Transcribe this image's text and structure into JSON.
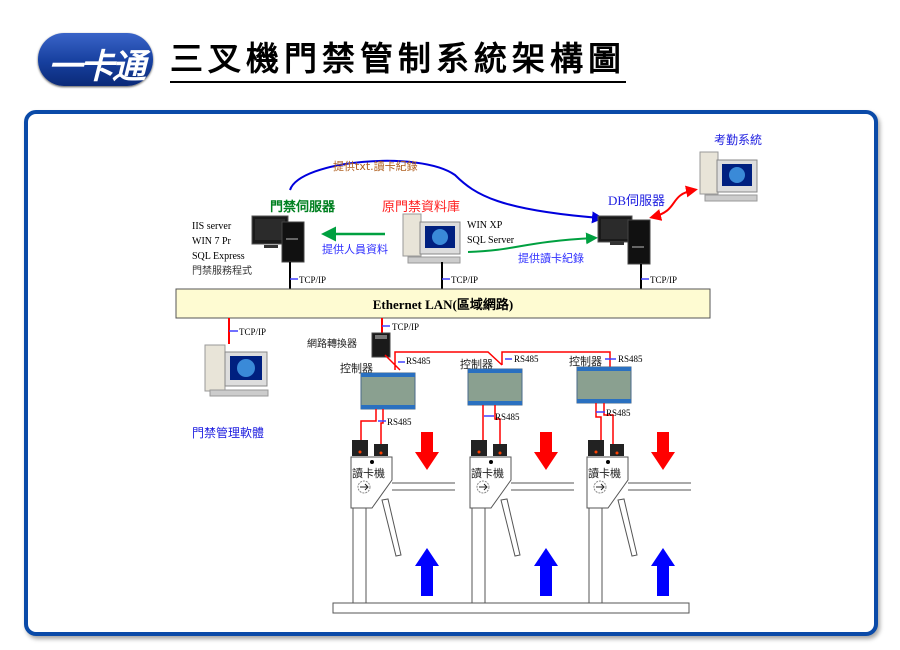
{
  "header": {
    "logo_text": "一卡通",
    "title": "三叉機門禁管制系統架構圖"
  },
  "colors": {
    "frame_border": "#0a4aa8",
    "lan_fill": "#fefbd2",
    "rs485_line": "#ff0000",
    "tcp_tick": "#4040ff",
    "arrow_in": "#ff0000",
    "arrow_out": "#0000ff",
    "flow_blue": "#0000dd",
    "flow_green": "#00a040",
    "flow_red": "#ff0000"
  },
  "nodes": {
    "access_server": {
      "title": "門禁伺服器",
      "specs": [
        "IIS server",
        "WIN 7 Pr",
        "SQL Express",
        "門禁服務程式"
      ],
      "icon": "server-tower-icon"
    },
    "legacy_db": {
      "title": "原門禁資料庫",
      "specs": [
        "WIN XP",
        "SQL Server"
      ],
      "icon": "desktop-pc-icon"
    },
    "db_server": {
      "title": "DB伺服器",
      "icon": "server-tower-icon"
    },
    "attendance": {
      "title": "考勤系統",
      "icon": "desktop-pc-icon"
    },
    "mgmt_software": {
      "title": "門禁管理軟體",
      "icon": "desktop-pc-icon"
    },
    "converter": {
      "title": "網路轉換器",
      "icon": "network-converter-icon"
    }
  },
  "flows": {
    "txt_records": "提供txt.讀卡紀錄",
    "personnel": "提供人員資料",
    "card_records": "提供讀卡紀錄"
  },
  "network": {
    "lan_label": "Ethernet  LAN(區域網路)",
    "tcp": "TCP/IP",
    "rs485": "RS485"
  },
  "controllers": [
    {
      "label": "控制器"
    },
    {
      "label": "控制器"
    },
    {
      "label": "控制器"
    }
  ],
  "turnstiles": [
    {
      "reader_label": "讀卡機"
    },
    {
      "reader_label": "讀卡機"
    },
    {
      "reader_label": "讀卡機"
    }
  ]
}
